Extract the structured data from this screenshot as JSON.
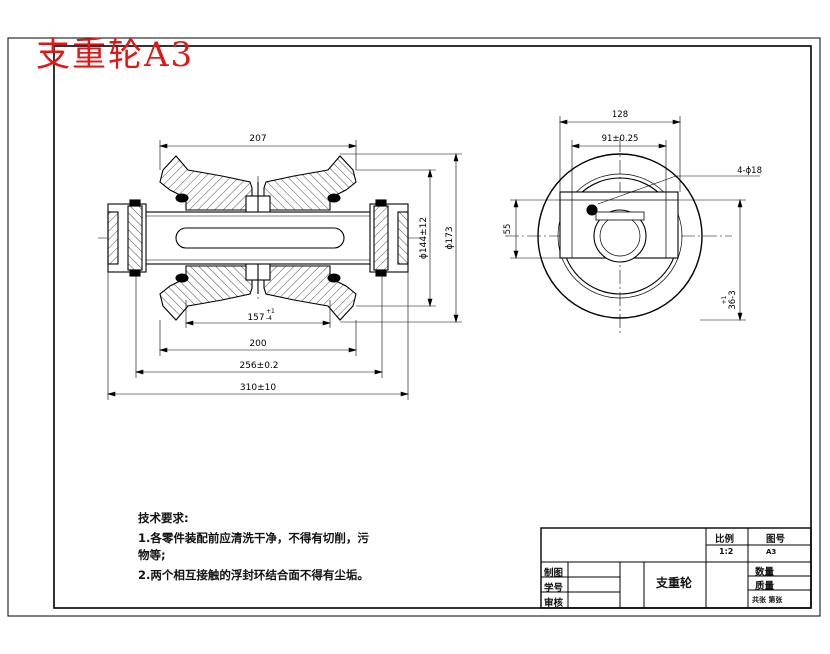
{
  "title_stamp": "支重轮A3",
  "front_view": {
    "dimensions": {
      "d207": "207",
      "d157": "157",
      "d157_tol": "+1",
      "d157_tol_low": "-4",
      "d200": "200",
      "d256": "256±0.2",
      "d310": "310±10",
      "dia144": "ϕ144±12",
      "dia173": "ϕ173"
    }
  },
  "side_view": {
    "dimensions": {
      "d128": "128",
      "d91": "91±0.25",
      "holes": "4-ϕ18",
      "d55": "55",
      "d36": "36-3",
      "d36_tol": "+1"
    }
  },
  "notes": {
    "heading": "技术要求:",
    "line1": "1.各零件装配前应清洗干净，不得有切削，污",
    "line2": "物等;",
    "line3": "2.两个相互接触的浮封环结合面不得有尘垢。"
  },
  "title_block": {
    "scale_label": "比例",
    "scale_value": "1:2",
    "drawing_no_label": "图号",
    "drawing_no_value": "A3",
    "part_name": "支重轮",
    "qty_label": "数量",
    "weight_label": "质量",
    "sheet_text": "共张   第张",
    "drawn_label": "制图",
    "student_label": "学号",
    "review_label": "审核"
  }
}
